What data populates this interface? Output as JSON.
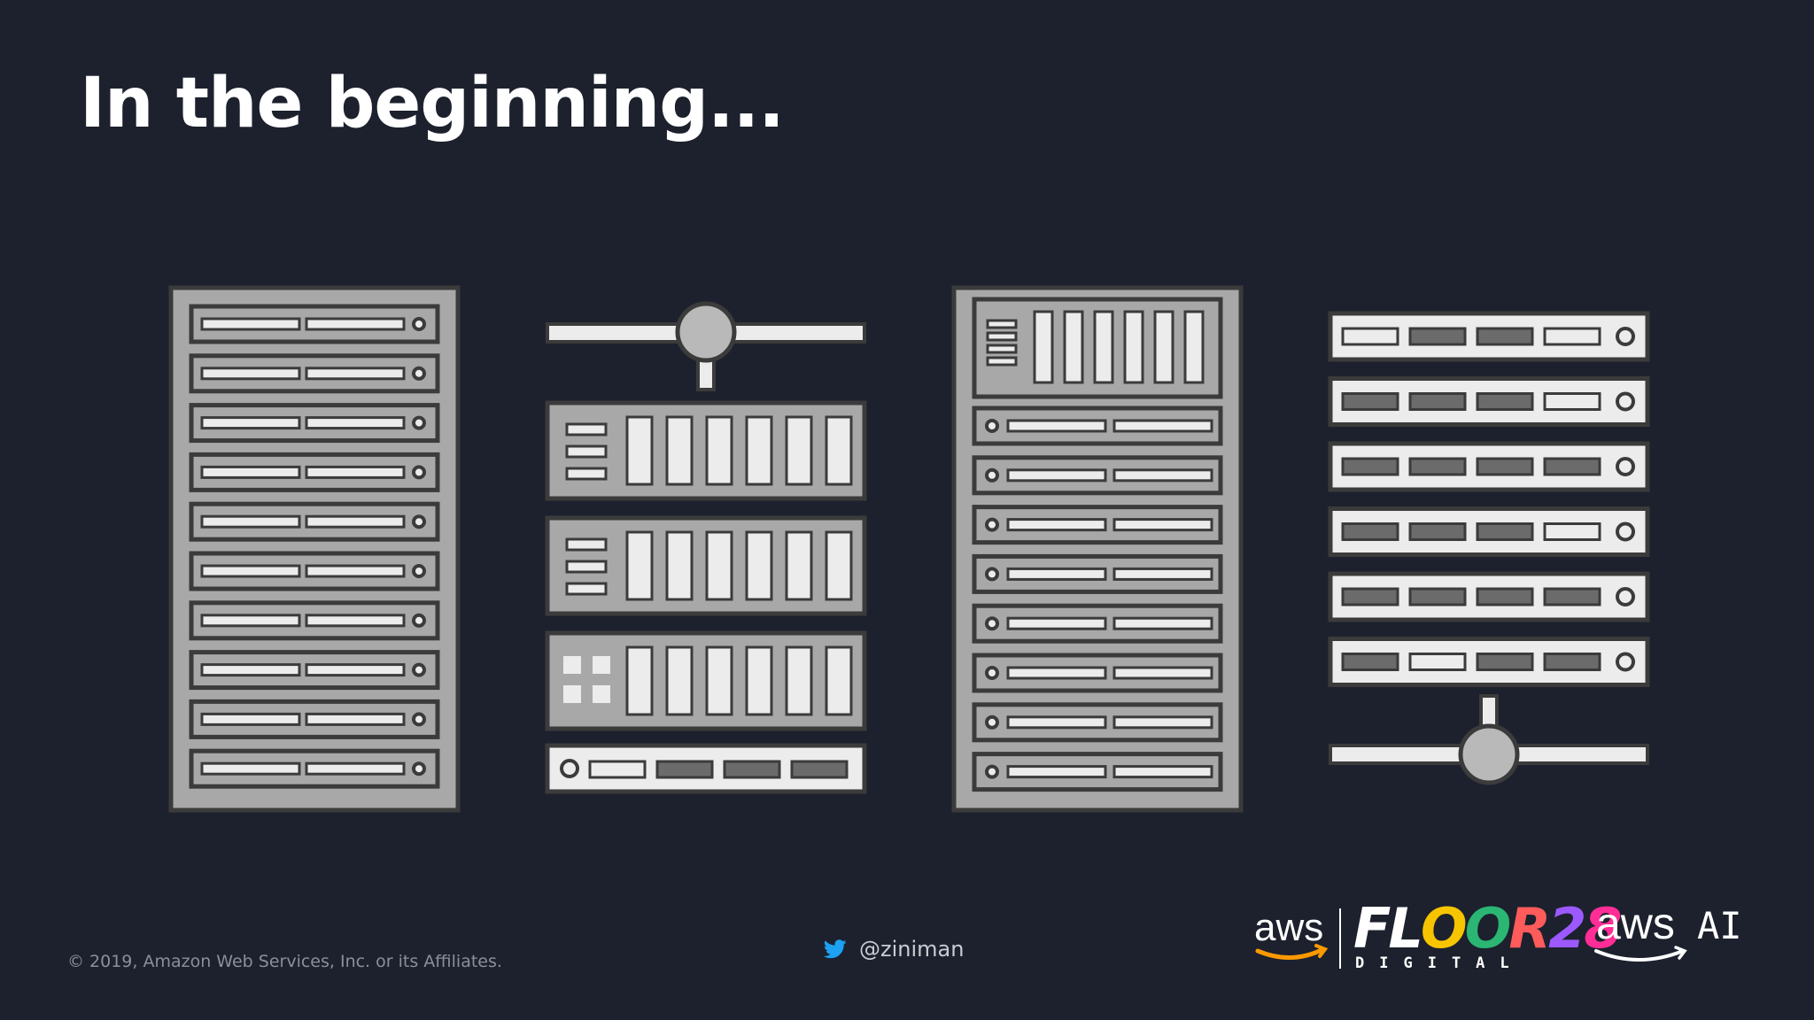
{
  "slide": {
    "title": "In the beginning..."
  },
  "footer": {
    "copyright": "© 2019, Amazon Web Services, Inc. or its Affiliates.",
    "twitter_handle": "@ziniman",
    "logos": {
      "aws": "aws",
      "floor28": "FLOOR28",
      "floor28_sub": "DIGITAL",
      "aws_ai": "aws",
      "aws_ai_suffix": "AI"
    }
  },
  "icons": {
    "twitter": "twitter-bird-icon",
    "server_rack_1": "server-rack-icon",
    "network_stack": "network-server-stack-icon",
    "server_rack_2": "storage-rack-icon",
    "network_switches": "network-switch-stack-icon"
  },
  "colors": {
    "background": "#1c212d",
    "server_gray": "#a8a8a8",
    "outline": "#3b3b3b",
    "light": "#ececec",
    "twitter_blue": "#1da1f2"
  }
}
